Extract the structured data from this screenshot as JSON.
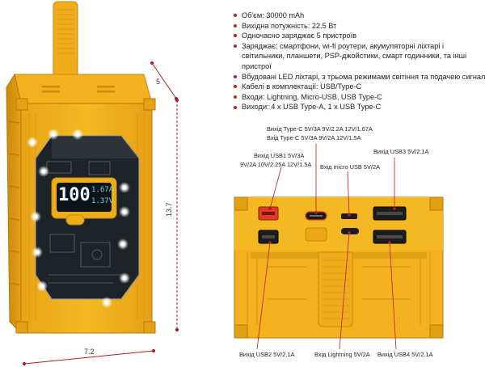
{
  "specs": [
    "Об'єм: 30000 mAh",
    "Вихідна потужність: 22.5 Вт",
    "Одночасно заряджає 5 пристроїв",
    "Заряджає: смартфони, wi-fi роутери, акумуляторні ліхтарі і світильники, планшети, PSP-джойстики, смарт годинники, та інші пристрої",
    "Вбудовані LED ліхтарі, з трьома режимами світіння та подачею сигналу SOS",
    "Кабелі в комплектації: USB/Type-C",
    "Входи: Lightning, Micro-USB, USB Type-C",
    "Виходи: 4 x USB Type-A, 1 x USB Type-C"
  ],
  "dimensions": {
    "depth": "5",
    "height": "13.7",
    "width": "7.2"
  },
  "display": {
    "primary": "100",
    "top_value": "1.67",
    "top_unit": "A",
    "bottom_value": "1.37",
    "bottom_unit": "V"
  },
  "ports": {
    "typec_out": [
      "Вихід Type-C 5V/3A 9V/2.2A  12V/1.67A",
      "Вхід Type-C 5V/3A 9V/2A  12V/1.5A"
    ],
    "usb1": [
      "Вихід USB1 5V/3A",
      "9V/2A  10V/2.25A  12V/1.5A"
    ],
    "micro": "Вхід micro USB 5V/2A",
    "usb3": "Вихід USB3 5V/2.1A",
    "usb2": "Вихід USB2 5V/2.1A",
    "lightning": "Вхід Lightning 5V/2A",
    "usb4": "Вихід USB4 5V/2.1A"
  },
  "colors": {
    "body": "#f2b11d",
    "body_dark": "#d4900e",
    "body_shadow": "#b9790b",
    "port_red": "#e03a2e",
    "bullet": "#c81e1e",
    "dim_line": "#b02020"
  }
}
